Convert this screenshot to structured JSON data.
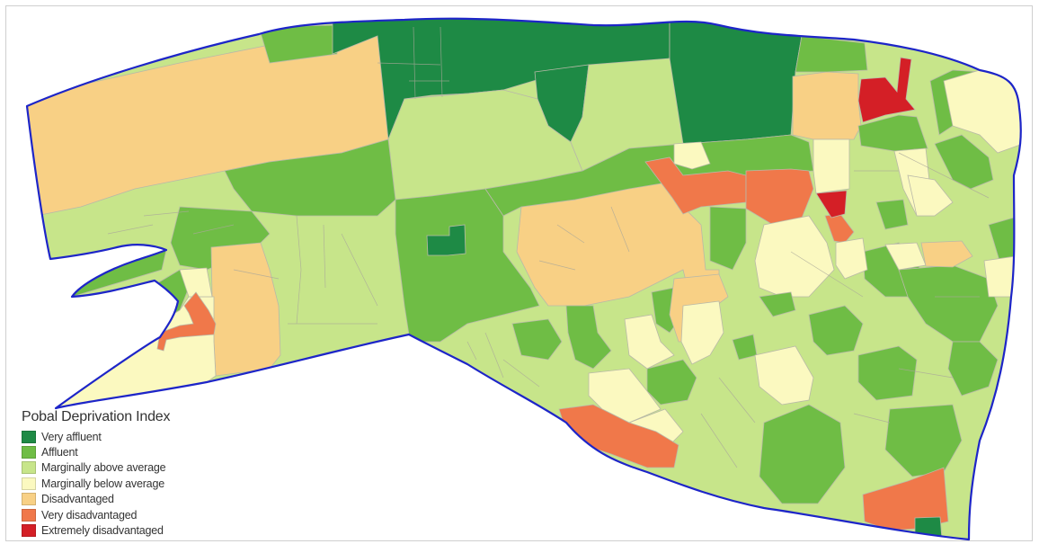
{
  "legend": {
    "title": "Pobal Deprivation Index",
    "items": [
      {
        "label": "Very affluent",
        "color": "#1e8a45"
      },
      {
        "label": "Affluent",
        "color": "#6fbd45"
      },
      {
        "label": "Marginally above average",
        "color": "#c7e58a"
      },
      {
        "label": "Marginally below average",
        "color": "#fbf9c0"
      },
      {
        "label": "Disadvantaged",
        "color": "#f8d085"
      },
      {
        "label": "Very disadvantaged",
        "color": "#f0784a"
      },
      {
        "label": "Extremely disadvantaged",
        "color": "#d41f26"
      }
    ]
  },
  "boundary_color": "#1d25c8"
}
